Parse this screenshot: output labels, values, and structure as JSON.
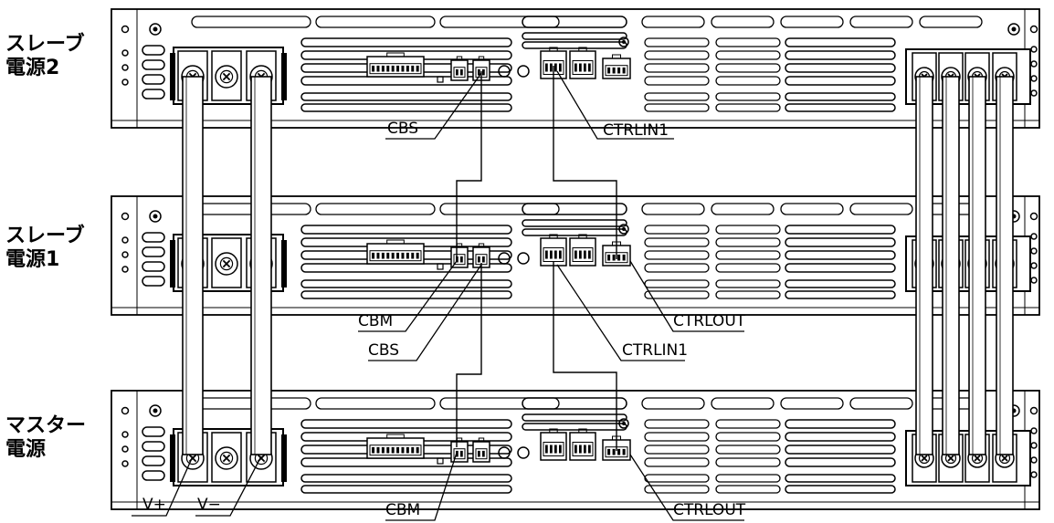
{
  "units": [
    {
      "id": "slave2",
      "line1": "スレーブ",
      "line2": "電源2"
    },
    {
      "id": "slave1",
      "line1": "スレーブ",
      "line2": "電源1"
    },
    {
      "id": "master",
      "line1": "マスター",
      "line2": "電源"
    }
  ],
  "callouts": {
    "slave2_cbs": "CBS",
    "slave2_ctrlin1": "CTRLIN1",
    "slave1_cbm": "CBM",
    "slave1_cbs": "CBS",
    "slave1_ctrlin1": "CTRLIN1",
    "slave1_ctrlout": "CTRLOUT",
    "master_cbm": "CBM",
    "master_ctrlout": "CTRLOUT",
    "master_vplus": "V+",
    "master_vminus": "V−"
  }
}
